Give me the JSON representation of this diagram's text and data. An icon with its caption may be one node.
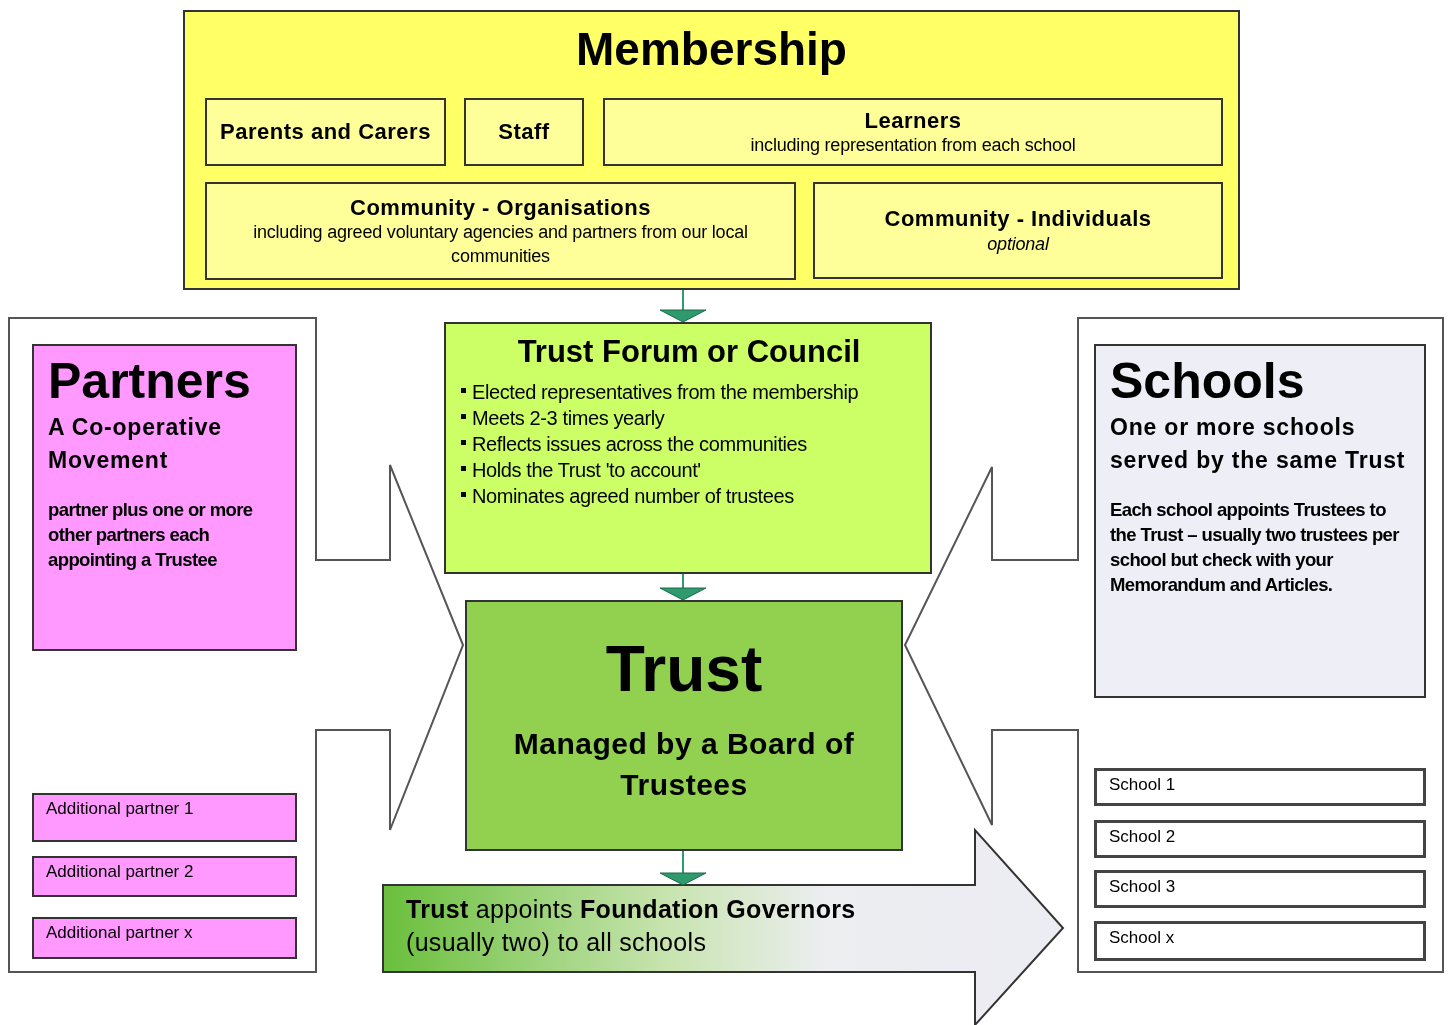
{
  "diagram": {
    "nodes": [
      {
        "text": [
          "Membership"
        ]
      },
      {
        "text": [
          "Parents and Carers"
        ],
        "in": 0
      },
      {
        "text": [
          "Staff"
        ],
        "in": 0
      },
      {
        "text": [
          "Learners",
          "including representation from each school"
        ],
        "in": 0
      },
      {
        "text": [
          "Community - Organisations",
          "including agreed voluntary agencies and partners from our local communities"
        ],
        "in": 0
      },
      {
        "text": [
          "Community - Individuals",
          "optional"
        ],
        "in": 0
      },
      {
        "text": [],
        "shape": "arrow"
      },
      {
        "text": [
          "Partners",
          "A Co-operative Movement",
          "partner plus one or more other partners each appointing a Trustee"
        ],
        "in": 6
      },
      {
        "text": [
          "Additional partner 1"
        ],
        "in": 6
      },
      {
        "text": [
          "Additional partner 2"
        ],
        "in": 6
      },
      {
        "text": [
          "Additional partner x"
        ],
        "in": 6
      },
      {
        "text": [
          "Trust **Forum** or Council",
          "Elected representatives from the membership",
          "Meets 2-3 times yearly",
          "Reflects issues across the communities",
          "Holds the Trust 'to account'",
          "Nominates agreed number of trustees"
        ]
      },
      {
        "text": [
          "Trust",
          "Managed by a Board of Trustees"
        ]
      },
      {
        "text": [
          "**Trust** appoints **Foundation Governors** (usually two) to all schools"
        ]
      },
      {
        "text": [],
        "shape": "arrow"
      },
      {
        "text": [
          "Schools",
          "One or more schools served by the same Trust",
          "Each school appoints Trustees to the Trust – usually two trustees per school but check with your Memorandum and Articles."
        ],
        "in": 14
      },
      {
        "text": [
          "School 1"
        ],
        "in": 14
      },
      {
        "text": [
          "School 2"
        ],
        "in": 14
      },
      {
        "text": [
          "School 3"
        ],
        "in": 14
      },
      {
        "text": [
          "School x"
        ],
        "in": 14
      }
    ],
    "edges": [
      {
        "from": 0,
        "to": 11,
        "arrow": "to"
      },
      {
        "from": 11,
        "to": 12,
        "arrow": "to"
      },
      {
        "from": 12,
        "to": 13,
        "arrow": "to"
      }
    ]
  }
}
